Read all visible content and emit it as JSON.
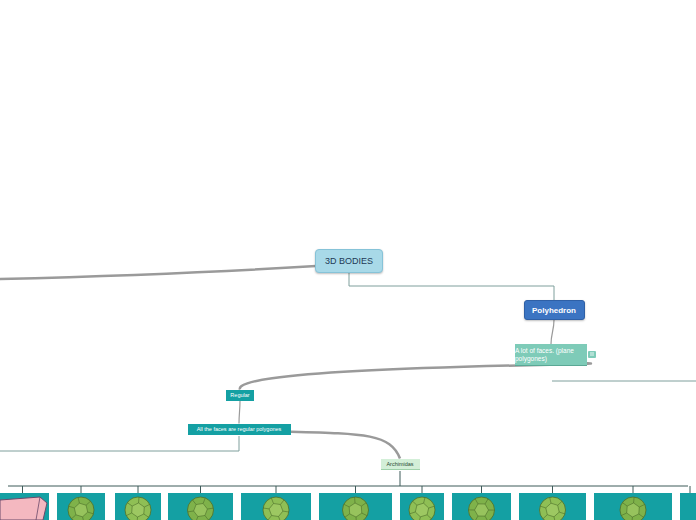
{
  "diagram": {
    "nodes": [
      {
        "text": [
          "3D BODIES"
        ]
      },
      {
        "text": [
          "Polyhedron"
        ]
      },
      {
        "text": [
          "A lot of faces. (plane polygones)"
        ]
      },
      {
        "text": [
          "Regular"
        ]
      },
      {
        "text": [
          "All the faces are regular polygones"
        ]
      },
      {
        "text": [
          "Archimidas"
        ]
      }
    ],
    "edges": [
      {
        "from": 0,
        "to": 1,
        "arrow": "none"
      },
      {
        "from": 1,
        "to": 2,
        "arrow": "none"
      },
      {
        "from": 2,
        "to": 3,
        "arrow": "none"
      },
      {
        "from": 3,
        "to": 4,
        "arrow": "none"
      },
      {
        "from": 4,
        "to": 5,
        "arrow": "none"
      }
    ]
  }
}
